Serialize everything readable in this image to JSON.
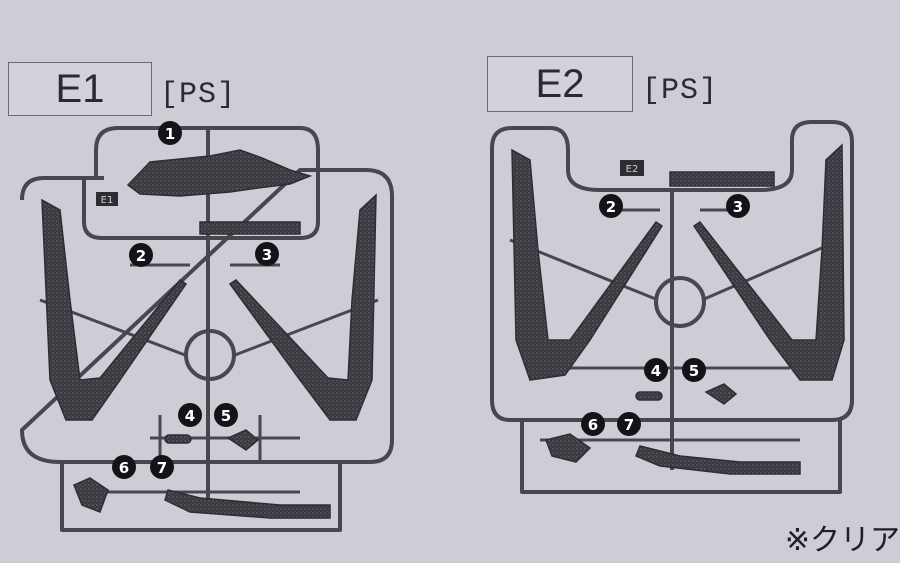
{
  "sheets": [
    {
      "code": "E1",
      "material": "[PS]",
      "tag": "E1",
      "parts": [
        "1",
        "2",
        "3",
        "4",
        "5",
        "6",
        "7"
      ]
    },
    {
      "code": "E2",
      "material": "[PS]",
      "tag": "E2",
      "parts": [
        "2",
        "3",
        "4",
        "5",
        "6",
        "7"
      ]
    }
  ],
  "note": "※クリア",
  "colors": {
    "background": "#cfccd6",
    "frame": "#48474f",
    "part_fill": "#3a3940"
  }
}
